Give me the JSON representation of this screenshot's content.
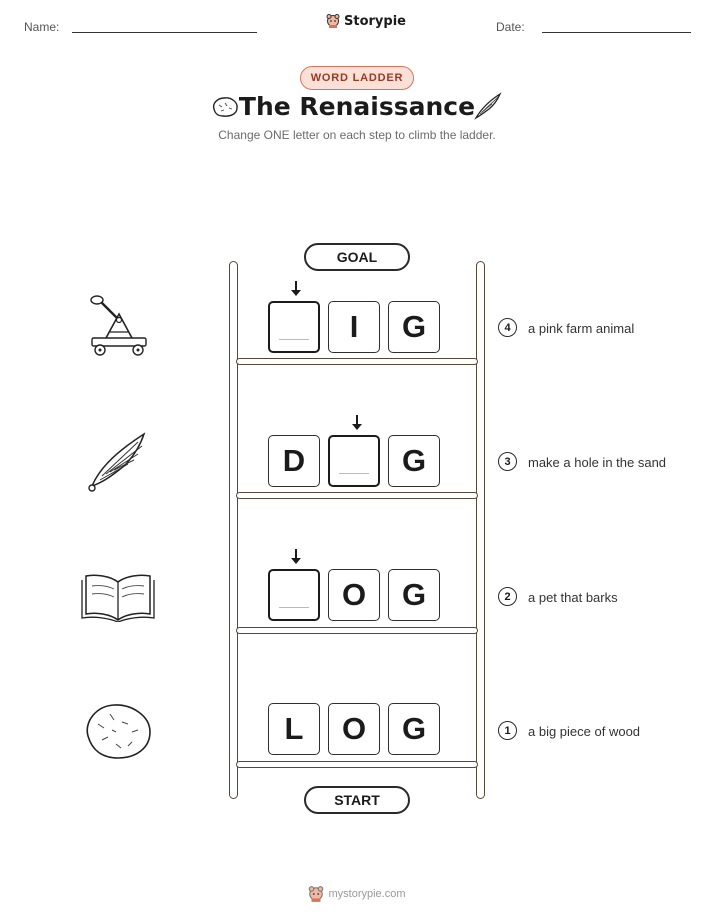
{
  "header": {
    "name_label": "Name:",
    "date_label": "Date:",
    "logo_text": "Storypie"
  },
  "badge": "WORD LADDER",
  "title": "The Renaissance",
  "subtitle": "Change ONE letter on each step to climb the ladder.",
  "goal_label": "GOAL",
  "start_label": "START",
  "steps": [
    {
      "number": "4",
      "clue": "a pink farm animal",
      "letters": [
        "",
        "I",
        "G"
      ],
      "blank_index": 0,
      "picture": "catapult-icon"
    },
    {
      "number": "3",
      "clue": "make a hole in the sand",
      "letters": [
        "D",
        "",
        "G"
      ],
      "blank_index": 1,
      "picture": "wing-icon"
    },
    {
      "number": "2",
      "clue": "a pet that barks",
      "letters": [
        "",
        "O",
        "G"
      ],
      "blank_index": 0,
      "picture": "open-book-icon"
    },
    {
      "number": "1",
      "clue": "a big piece of wood",
      "letters": [
        "L",
        "O",
        "G"
      ],
      "blank_index": null,
      "picture": "rock-icon"
    }
  ],
  "footer_text": "mystorypie.com",
  "colors": {
    "ladder": "#5a4636",
    "badge_bg": "#fbe0d8",
    "badge_border": "#d9745a"
  }
}
